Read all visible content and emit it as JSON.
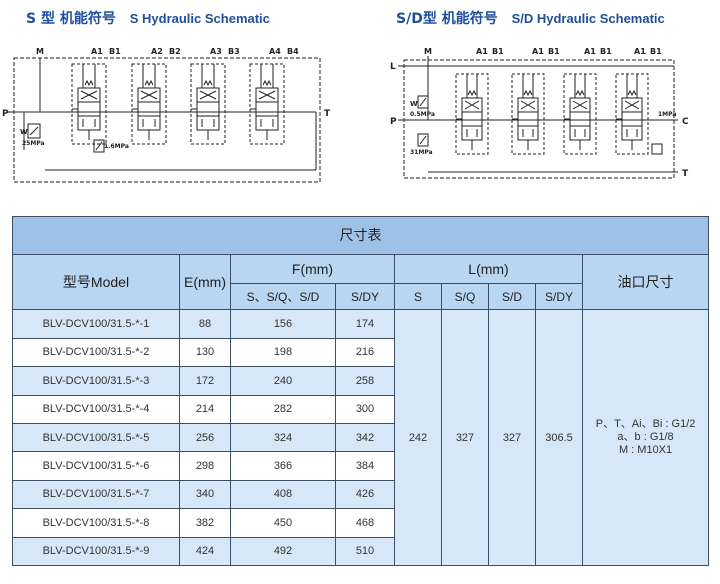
{
  "headings": {
    "s": {
      "cn": "S 型 机能符号",
      "en": "S Hydraulic Schematic"
    },
    "sdy": {
      "cn": "S/D型 机能符号",
      "en": "S/D Hydraulic Schematic"
    }
  },
  "schematic_s": {
    "top_labels": [
      "M",
      "A1",
      "B1",
      "A2",
      "B2",
      "A3",
      "B3",
      "A4",
      "B4"
    ],
    "side_labels": {
      "p": "P",
      "t": "T",
      "w": "W"
    },
    "pressure_labels": [
      "25MPa",
      "1.6MPa"
    ]
  },
  "schematic_sdy": {
    "top_labels": [
      "M",
      "A1",
      "B1",
      "A1",
      "B1",
      "A1",
      "B1",
      "A1",
      "B1"
    ],
    "side_labels": {
      "l": "L",
      "p": "P",
      "c": "C",
      "t": "T",
      "w": "W"
    },
    "pressure_labels": [
      "0.5MPa",
      "31MPa",
      "1MPa"
    ]
  },
  "table": {
    "title": "尺寸表",
    "headers": {
      "model": "型号Model",
      "e": "E(mm)",
      "f": "F(mm)",
      "l": "L(mm)",
      "port": "油口尺寸",
      "f_sub": [
        "S、S/Q、S/D",
        "S/DY"
      ],
      "l_sub": [
        "S",
        "S/Q",
        "S/D",
        "S/DY"
      ]
    },
    "rows": [
      {
        "model": "BLV-DCV100/31.5-*-1",
        "e": "88",
        "f1": "156",
        "f2": "174"
      },
      {
        "model": "BLV-DCV100/31.5-*-2",
        "e": "130",
        "f1": "198",
        "f2": "216"
      },
      {
        "model": "BLV-DCV100/31.5-*-3",
        "e": "172",
        "f1": "240",
        "f2": "258"
      },
      {
        "model": "BLV-DCV100/31.5-*-4",
        "e": "214",
        "f1": "282",
        "f2": "300"
      },
      {
        "model": "BLV-DCV100/31.5-*-5",
        "e": "256",
        "f1": "324",
        "f2": "342"
      },
      {
        "model": "BLV-DCV100/31.5-*-6",
        "e": "298",
        "f1": "366",
        "f2": "384"
      },
      {
        "model": "BLV-DCV100/31.5-*-7",
        "e": "340",
        "f1": "408",
        "f2": "426"
      },
      {
        "model": "BLV-DCV100/31.5-*-8",
        "e": "382",
        "f1": "450",
        "f2": "468"
      },
      {
        "model": "BLV-DCV100/31.5-*-9",
        "e": "424",
        "f1": "492",
        "f2": "510"
      }
    ],
    "l_values": {
      "s": "242",
      "sq": "327",
      "sd": "327",
      "sdy": "306.5"
    },
    "port_sizes": [
      "P、T、Ai、Bi : G1/2",
      "a、b : G1/8",
      "M : M10X1"
    ]
  }
}
